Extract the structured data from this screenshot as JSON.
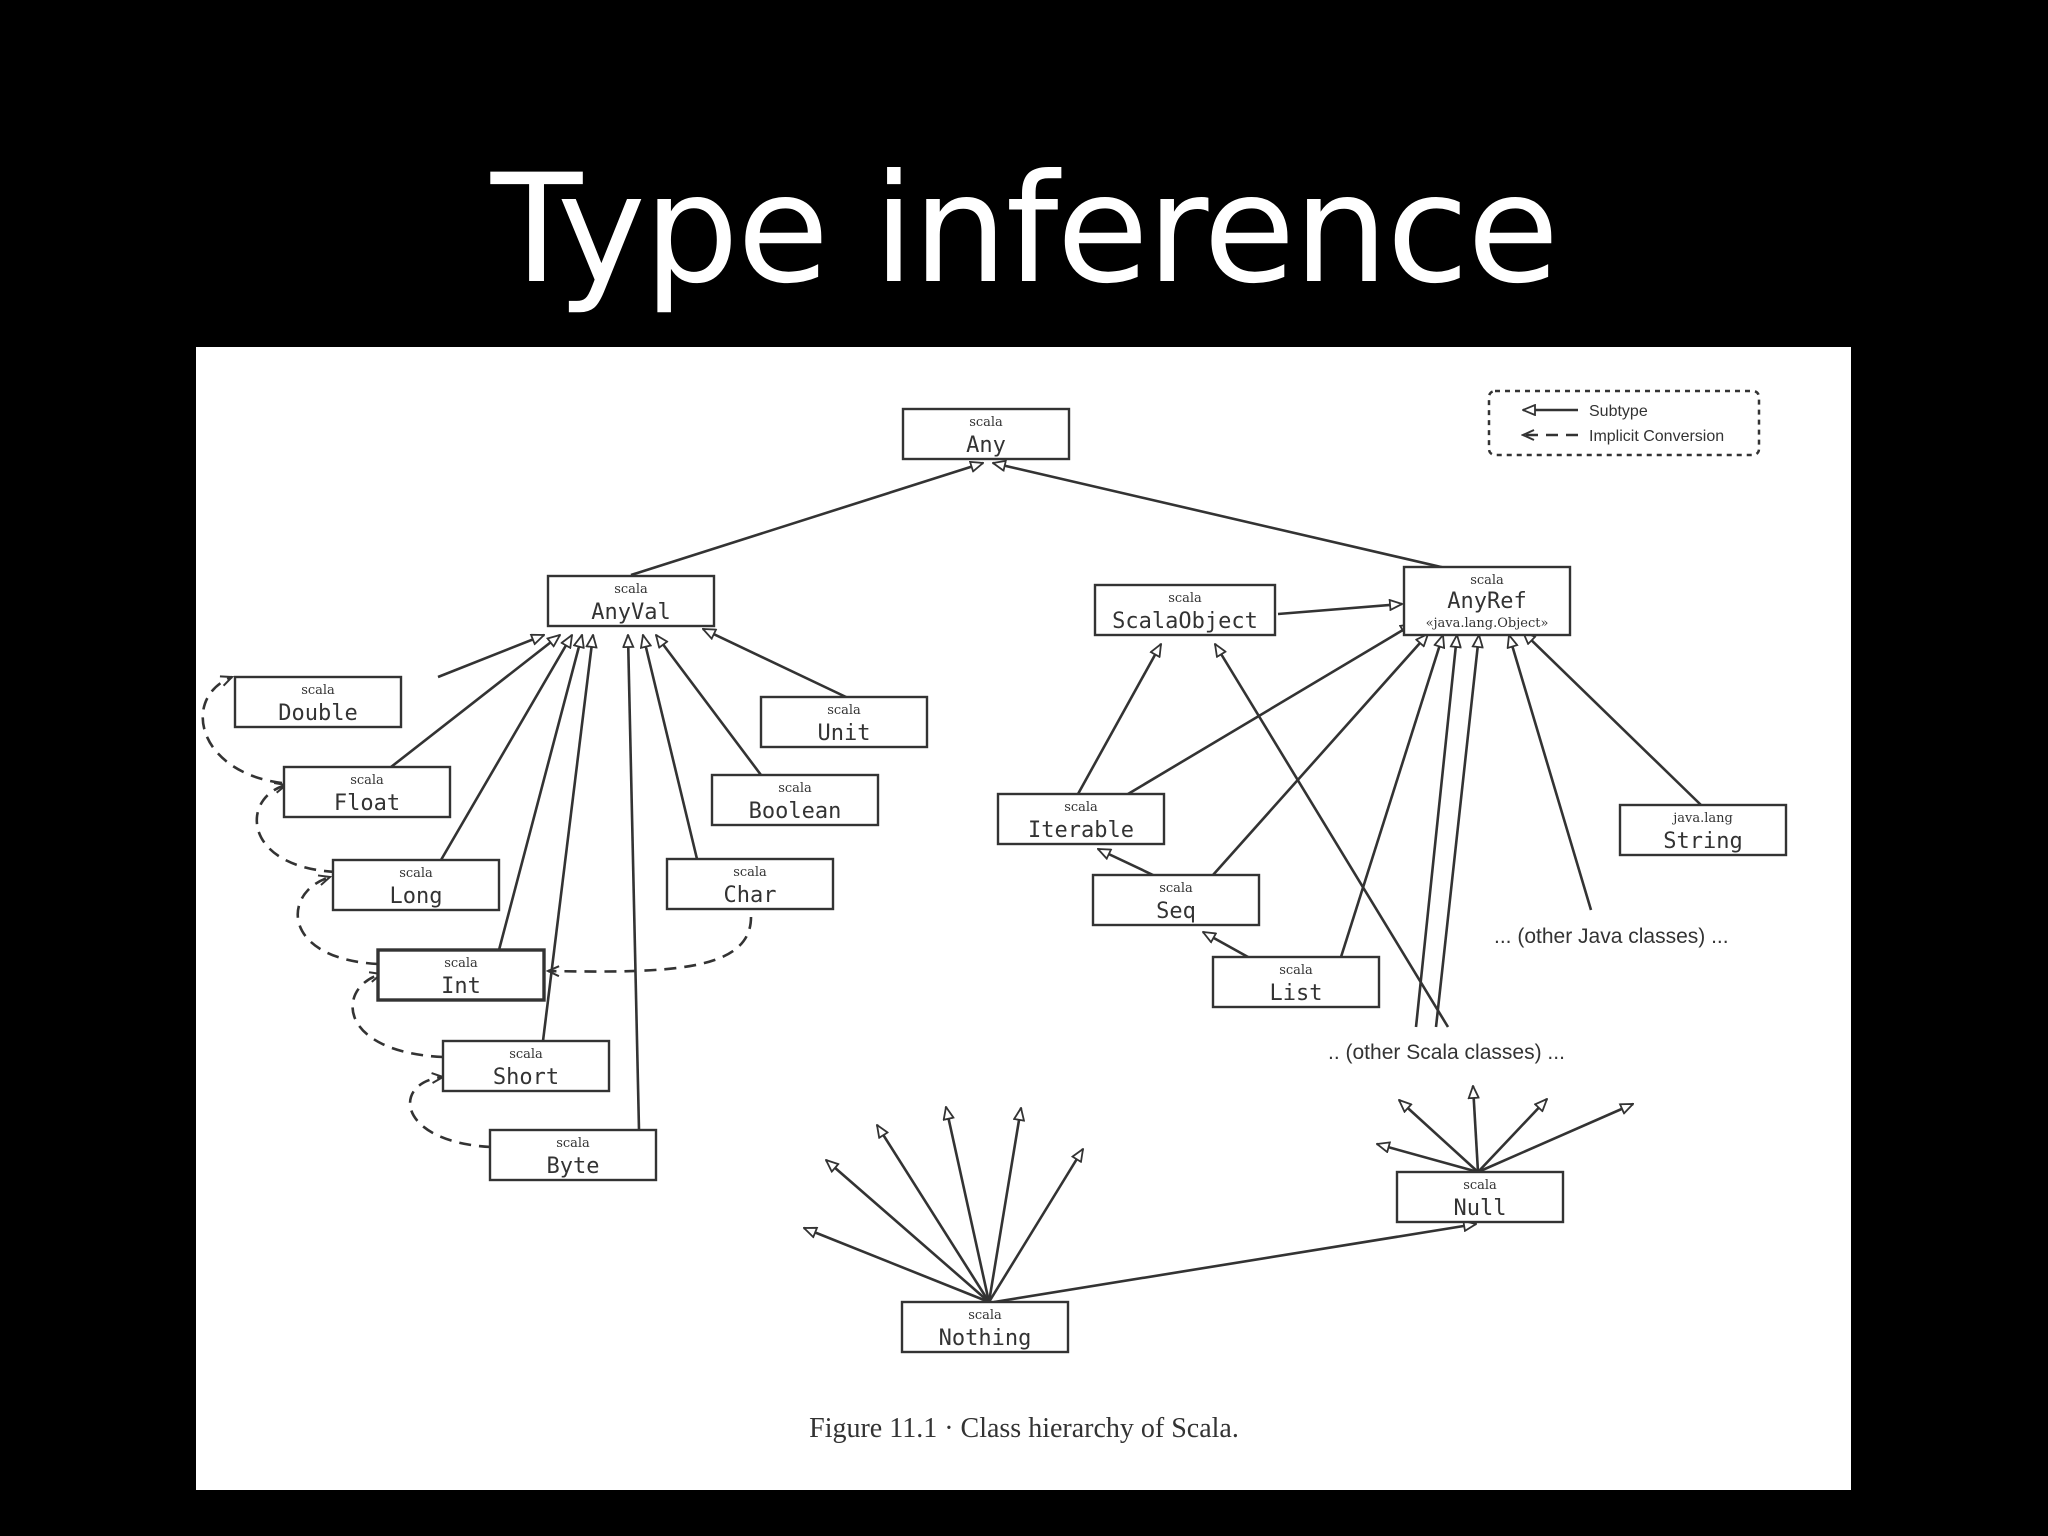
{
  "slide": {
    "title": "Type inference"
  },
  "legend": {
    "subtype": "Subtype",
    "implicit": "Implicit Conversion"
  },
  "nodes": {
    "any": {
      "pkg": "scala",
      "name": "Any"
    },
    "anyval": {
      "pkg": "scala",
      "name": "AnyVal"
    },
    "anyref": {
      "pkg": "scala",
      "name": "AnyRef",
      "note": "«java.lang.Object»"
    },
    "scalaobject": {
      "pkg": "scala",
      "name": "ScalaObject"
    },
    "double": {
      "pkg": "scala",
      "name": "Double"
    },
    "float": {
      "pkg": "scala",
      "name": "Float"
    },
    "long": {
      "pkg": "scala",
      "name": "Long"
    },
    "int": {
      "pkg": "scala",
      "name": "Int"
    },
    "short": {
      "pkg": "scala",
      "name": "Short"
    },
    "byte": {
      "pkg": "scala",
      "name": "Byte"
    },
    "unit": {
      "pkg": "scala",
      "name": "Unit"
    },
    "boolean": {
      "pkg": "scala",
      "name": "Boolean"
    },
    "char": {
      "pkg": "scala",
      "name": "Char"
    },
    "iterable": {
      "pkg": "scala",
      "name": "Iterable"
    },
    "seq": {
      "pkg": "scala",
      "name": "Seq"
    },
    "list": {
      "pkg": "scala",
      "name": "List"
    },
    "string": {
      "pkg": "java.lang",
      "name": "String"
    },
    "nothing": {
      "pkg": "scala",
      "name": "Nothing"
    },
    "null": {
      "pkg": "scala",
      "name": "Null"
    }
  },
  "notes": {
    "other_java": "... (other Java classes) ...",
    "other_scala": ".. (other Scala classes) ..."
  },
  "caption": "Figure 11.1 · Class hierarchy of Scala."
}
